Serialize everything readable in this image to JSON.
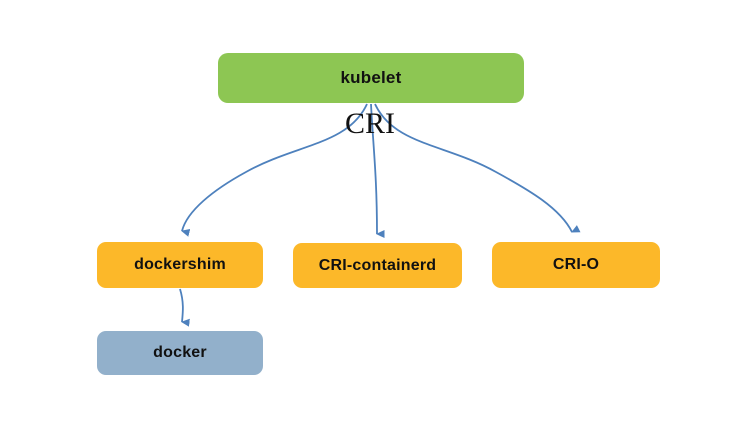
{
  "labels": {
    "cri": "CRI"
  },
  "nodes": {
    "kubelet": {
      "label": "kubelet",
      "fill": "#8DC653"
    },
    "dockershim": {
      "label": "dockershim",
      "fill": "#FCB829"
    },
    "cri_containerd": {
      "label": "CRI-containerd",
      "fill": "#FCB829"
    },
    "cri_o": {
      "label": "CRI-O",
      "fill": "#FCB829"
    },
    "docker": {
      "label": "docker",
      "fill": "#92B0CB"
    }
  },
  "edges": [
    {
      "from": "kubelet",
      "to": "dockershim",
      "via_label": "CRI"
    },
    {
      "from": "kubelet",
      "to": "cri_containerd",
      "via_label": "CRI"
    },
    {
      "from": "kubelet",
      "to": "cri_o",
      "via_label": "CRI"
    },
    {
      "from": "dockershim",
      "to": "docker"
    }
  ],
  "colors": {
    "arrow": "#4E81BD",
    "background": "#FFFFFF",
    "text": "#111111",
    "node_green": "#8DC653",
    "node_orange": "#FCB829",
    "node_blue_gray": "#92B0CB"
  }
}
